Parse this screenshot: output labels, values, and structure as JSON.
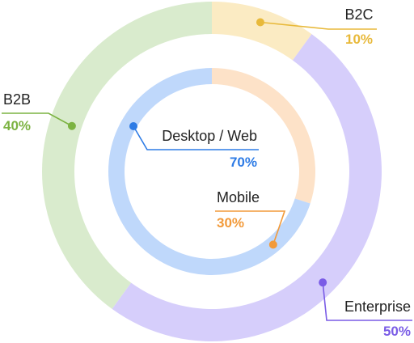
{
  "chart_data": {
    "type": "pie",
    "variant": "nested-donut",
    "title": "",
    "rings": [
      {
        "name": "",
        "slices": [
          {
            "label": "B2C",
            "value": 10,
            "value_label": "10%",
            "color": "#FBEBC3",
            "accent": "#E8B93A"
          },
          {
            "label": "Enterprise",
            "value": 50,
            "value_label": "50%",
            "color": "#D6CEFB",
            "accent": "#7A5CE6"
          },
          {
            "label": "B2B",
            "value": 40,
            "value_label": "40%",
            "color": "#D9EBCD",
            "accent": "#7CB342"
          }
        ]
      },
      {
        "name": "",
        "slices": [
          {
            "label": "Mobile",
            "value": 30,
            "value_label": "30%",
            "color": "#FDE2C8",
            "accent": "#F29A3A"
          },
          {
            "label": "Desktop / Web",
            "value": 70,
            "value_label": "70%",
            "color": "#BFD8FB",
            "accent": "#2D7BE5"
          }
        ]
      }
    ]
  }
}
